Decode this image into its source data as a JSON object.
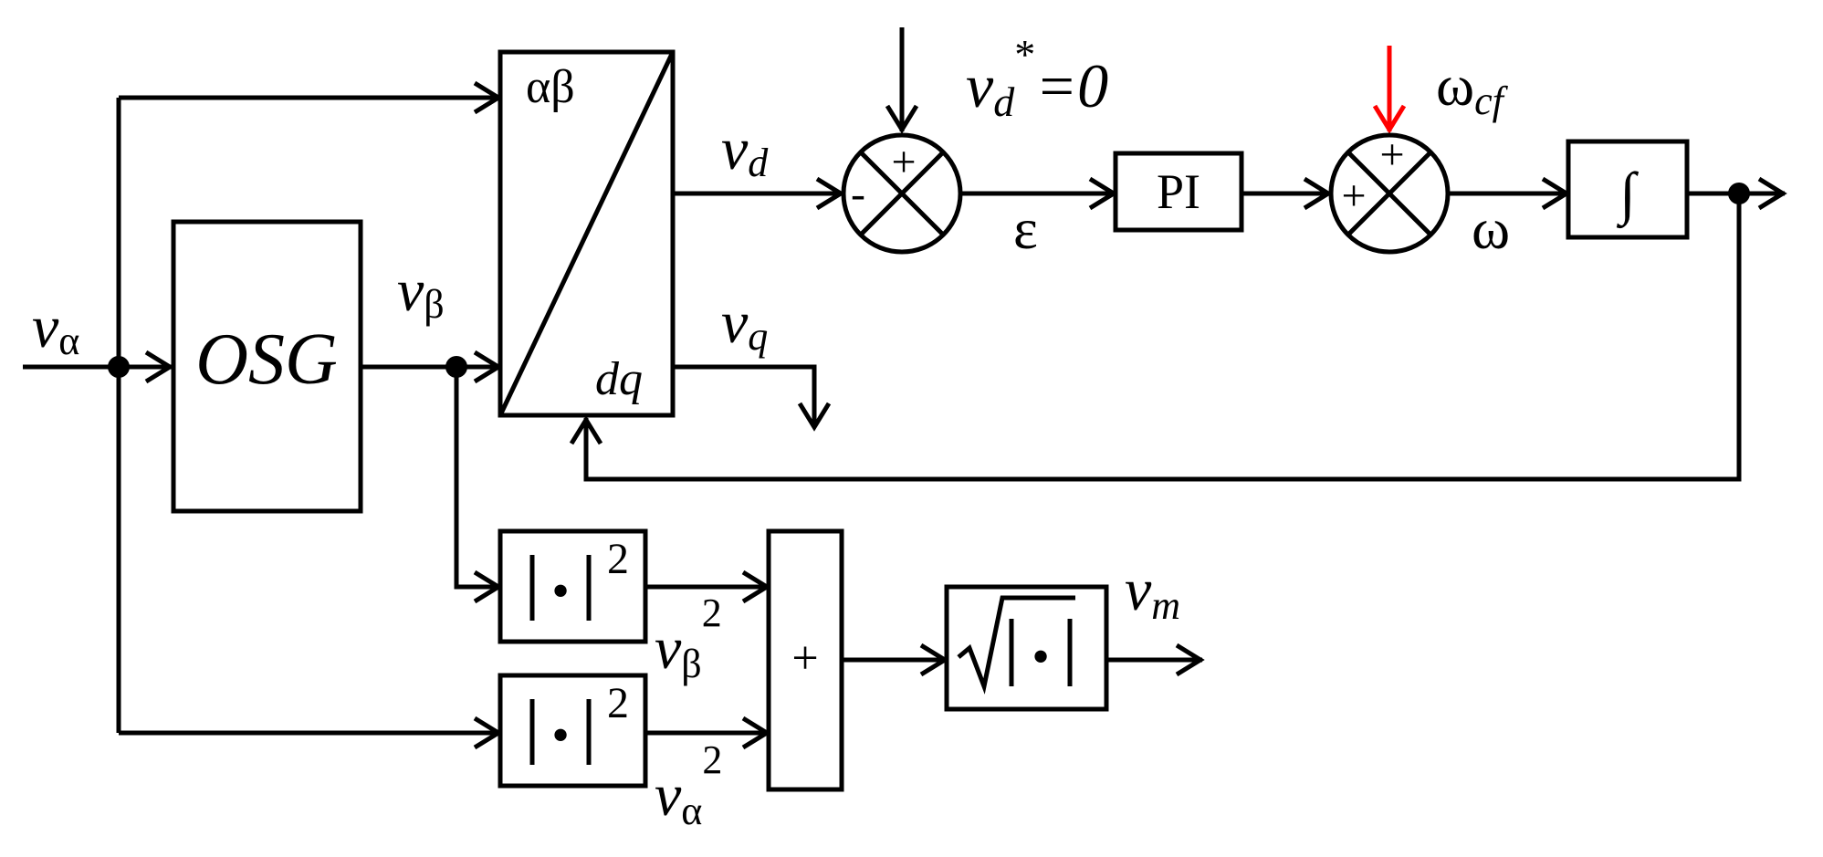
{
  "labels": {
    "v_alpha": "v",
    "v_alpha_sub": "α",
    "osg": "OSG",
    "v_beta": "v",
    "v_beta_sub": "β",
    "park_top": "αβ",
    "park_bottom": "dq",
    "v_d": "v",
    "v_d_sub": "d",
    "v_q": "v",
    "v_q_sub": "q",
    "vd_ref": "v",
    "vd_ref_sub": "d",
    "vd_ref_sup": "*",
    "vd_ref_eq": "=0",
    "sum1_plus": "+",
    "sum1_minus": "-",
    "epsilon": "ε",
    "pi": "PI",
    "omega_cf": "ω",
    "omega_cf_sub": "cf",
    "sum2_plus_top": "+",
    "sum2_plus_left": "+",
    "omega": "ω",
    "integrator": "∫",
    "sq_center": "•",
    "sq_exp": "2",
    "v_beta2": "v",
    "v_beta2_sub": "β",
    "v_beta2_sup": "2",
    "v_alpha2": "v",
    "v_alpha2_sub": "α",
    "v_alpha2_sup": "2",
    "adder": "+",
    "sqrt_center": "•",
    "v_m": "v",
    "v_m_sub": "m"
  },
  "colors": {
    "line": "#000000",
    "highlight": "#ff0000",
    "background": "#ffffff"
  }
}
